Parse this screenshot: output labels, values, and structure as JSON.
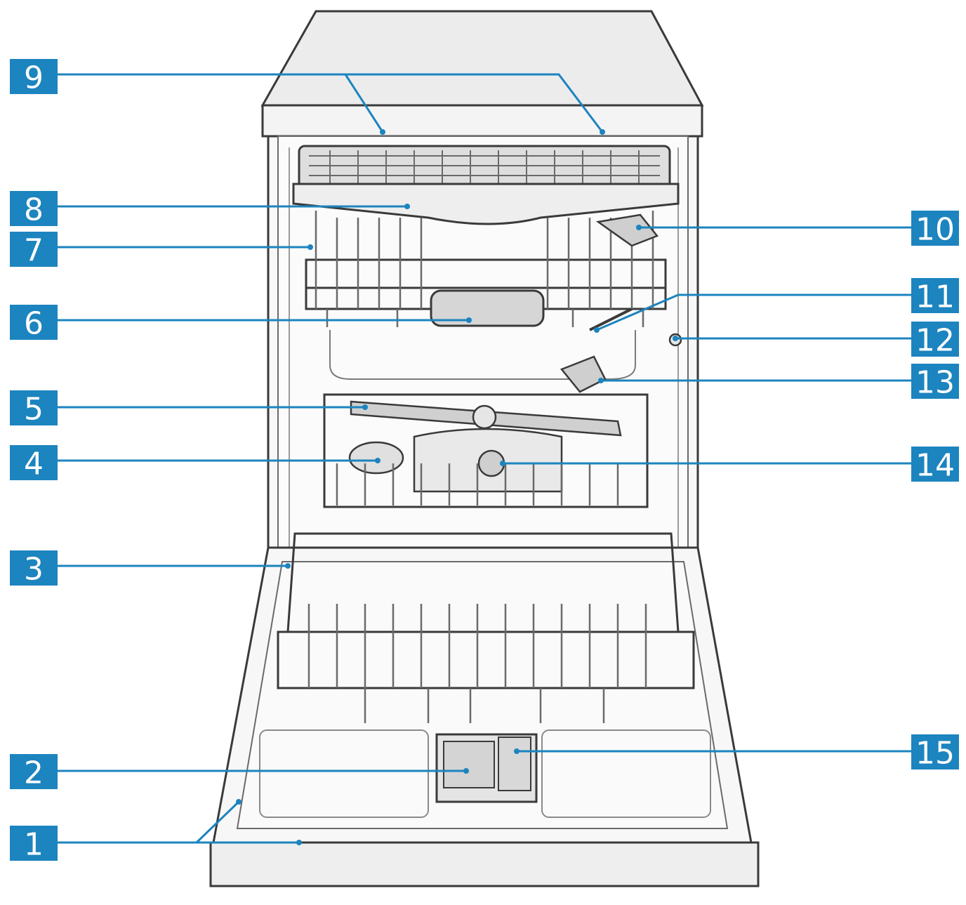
{
  "callouts": [
    {
      "id": "1",
      "label": "1"
    },
    {
      "id": "2",
      "label": "2"
    },
    {
      "id": "3",
      "label": "3"
    },
    {
      "id": "4",
      "label": "4"
    },
    {
      "id": "5",
      "label": "5"
    },
    {
      "id": "6",
      "label": "6"
    },
    {
      "id": "7",
      "label": "7"
    },
    {
      "id": "8",
      "label": "8"
    },
    {
      "id": "9",
      "label": "9"
    },
    {
      "id": "10",
      "label": "10"
    },
    {
      "id": "11",
      "label": "11"
    },
    {
      "id": "12",
      "label": "12"
    },
    {
      "id": "13",
      "label": "13"
    },
    {
      "id": "14",
      "label": "14"
    },
    {
      "id": "15",
      "label": "15"
    }
  ],
  "colors": {
    "badge": "#1c84bf",
    "leader": "#1c84bf",
    "outline": "#3a3a3a",
    "body_fill": "#f1f1f1",
    "shade_fill": "#dcdcdc"
  }
}
